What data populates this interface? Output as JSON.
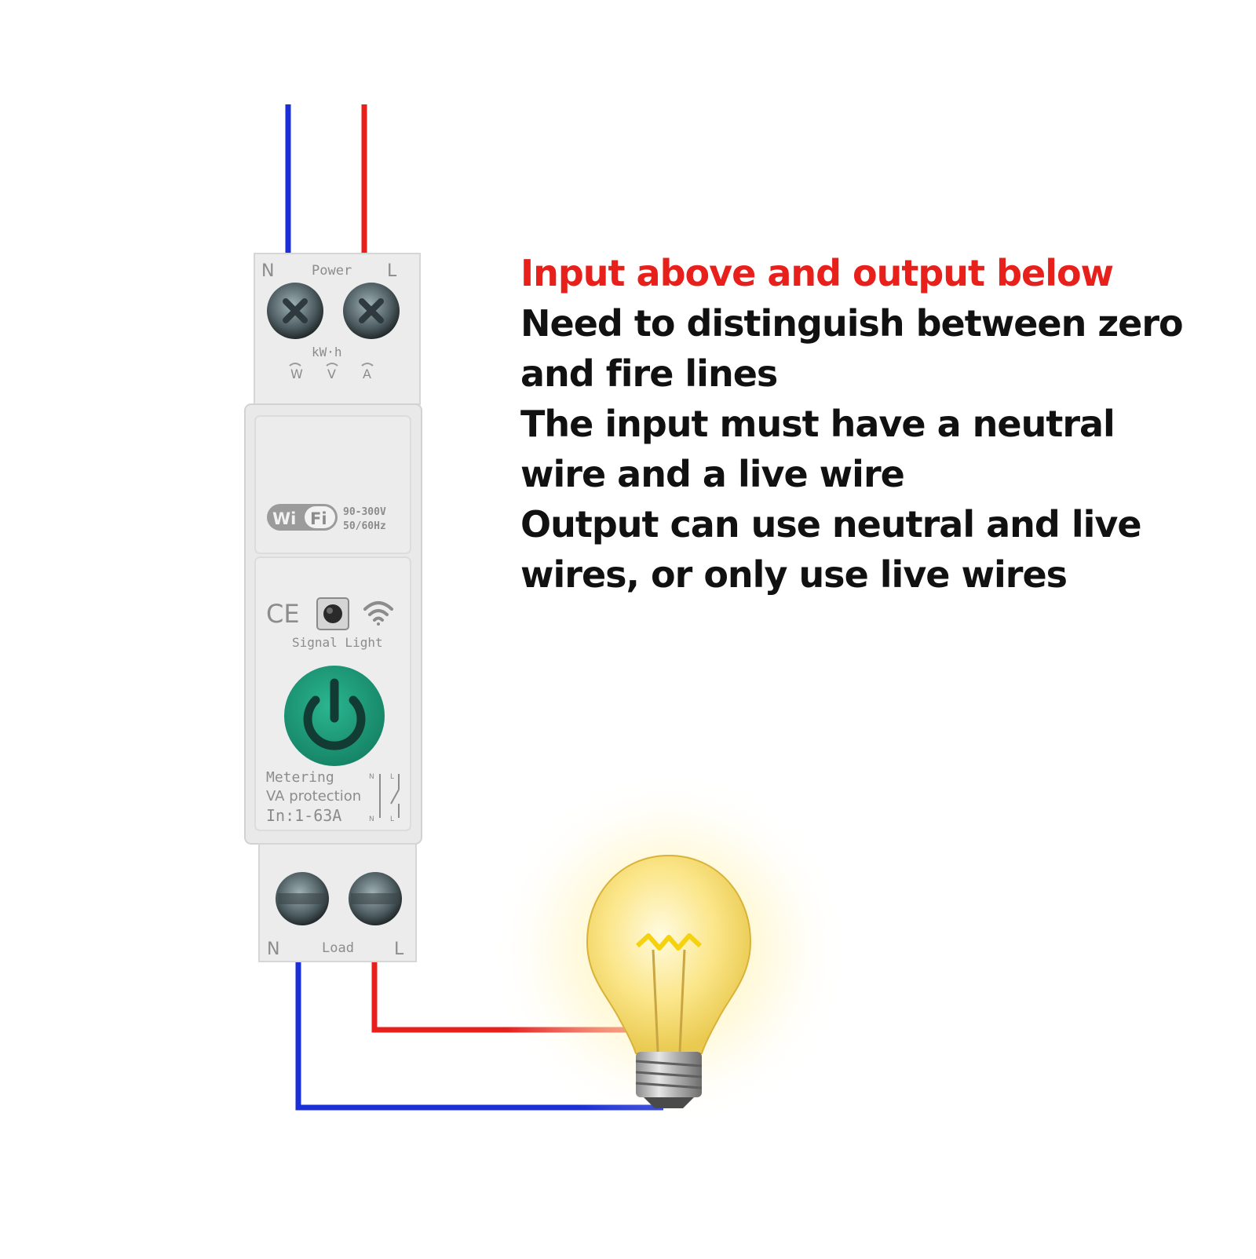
{
  "colors": {
    "neutral_wire": "#1a2fd6",
    "live_wire": "#e8201c",
    "button_green": "#1f9c7c",
    "device_body": "#e9e9ea",
    "headline": "#e8201c",
    "text": "#111111"
  },
  "caption": {
    "headline": "Input above and output below",
    "lines": [
      "Need to distinguish between zero",
      "and fire lines",
      "The input must have a neutral",
      "wire and a live wire",
      "Output can use neutral and live",
      "wires, or only use live wires"
    ]
  },
  "device": {
    "top_terminals": {
      "left": "N",
      "center": "Power",
      "right": "L"
    },
    "meter_units": {
      "label": "kW·h",
      "units": [
        "W",
        "V",
        "A"
      ]
    },
    "wifi_badge": {
      "left": "Wi",
      "right": "Fi"
    },
    "rating": [
      "90-300V",
      "50/60Hz"
    ],
    "ce_mark": "CE",
    "signal_light_label": "Signal Light",
    "spec_lines": [
      "Metering",
      "VA protection",
      "In:1-63A"
    ],
    "schematic_labels": [
      "N",
      "L",
      "N",
      "L"
    ],
    "bottom_terminals": {
      "left": "N",
      "center": "Load",
      "right": "L"
    }
  },
  "icons": {
    "power_button": "power-icon",
    "wifi": "wifi-icon",
    "signal_led": "signal-light-icon",
    "bulb": "light-bulb-icon",
    "terminal_screw": "screw-icon"
  }
}
